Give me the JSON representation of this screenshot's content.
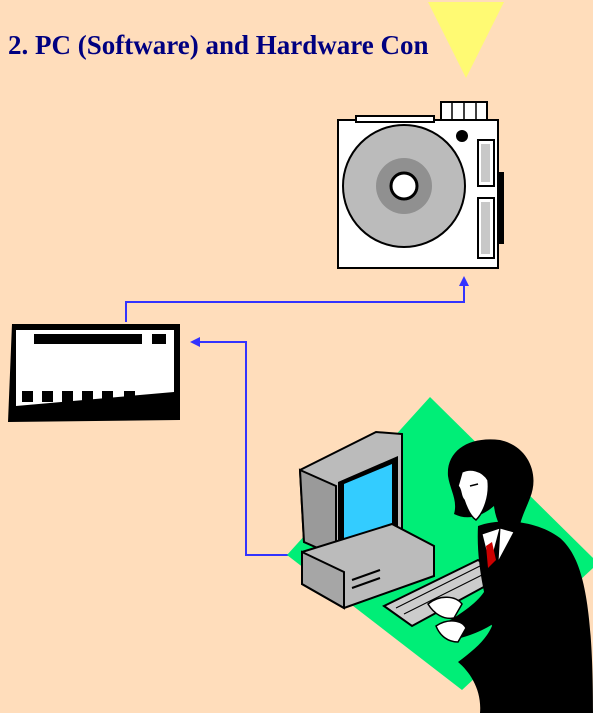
{
  "slide": {
    "title": "2. PC (Software) and Hardware Con",
    "background_color": "#FFDDBB",
    "title_color": "#000080"
  },
  "diagram": {
    "nodes": [
      {
        "id": "projector",
        "icon": "projector-icon"
      },
      {
        "id": "controller",
        "icon": "controller-box-icon"
      },
      {
        "id": "pc-user",
        "icon": "computer-user-icon"
      }
    ],
    "connections": [
      {
        "from": "controller",
        "to": "projector"
      },
      {
        "from": "pc-user",
        "to": "controller"
      }
    ],
    "colors": {
      "connector": "#3333FF",
      "highlight": "#00EE77",
      "screen": "#33CCFF",
      "light_beam": "#FFFF66",
      "device_gray": "#BBBBBB"
    }
  }
}
